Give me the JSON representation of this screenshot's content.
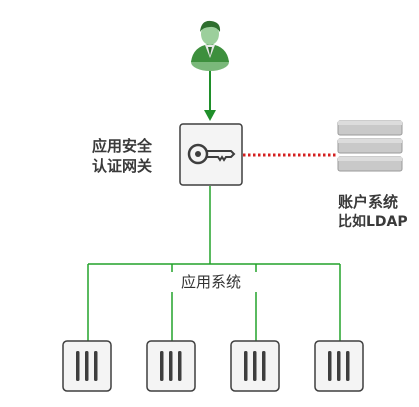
{
  "gateway": {
    "label_line1": "应用安全",
    "label_line2": "认证网关",
    "icon": "key-icon"
  },
  "user": {
    "icon": "user-icon"
  },
  "account": {
    "label_line1": "账户系统",
    "label_line2": "比如LDAP",
    "icon": "server-stack-icon"
  },
  "app_system": {
    "label": "应用系统",
    "icon": "app-server-icon",
    "server_count": 4
  },
  "colors": {
    "connector": "#22a22a",
    "arrow": "#1f8f2a",
    "ldap_link": "#d42020",
    "box_border": "#3e3e3e"
  }
}
